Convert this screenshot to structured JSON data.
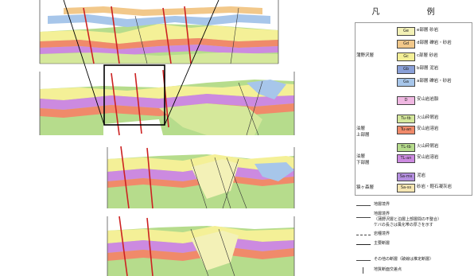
{
  "legend": {
    "title": "凡 例",
    "groups": [
      {
        "label": "蒲野沢層"
      },
      {
        "label": "泊層\n上部層"
      },
      {
        "label": "泊層\n下部層"
      },
      {
        "label": "猿ヶ森層"
      }
    ],
    "units": [
      {
        "code": "Ge",
        "desc": "e部層 砂岩",
        "color": "#f3f1b7"
      },
      {
        "code": "Gd",
        "desc": "d部層 礫岩・砂岩",
        "color": "#f2c88a"
      },
      {
        "code": "Gc",
        "desc": "c部層 砂岩",
        "color": "#f4f097"
      },
      {
        "code": "Gb",
        "desc": "b部層 泥岩",
        "color": "#8aa0d8"
      },
      {
        "code": "Ga",
        "desc": "a部層 礫岩・砂岩",
        "color": "#a7c6ea"
      },
      {
        "code": "D",
        "desc": "安山岩岩脈",
        "color": "#f0b8e2"
      },
      {
        "code": "Tu-tb",
        "desc": "火山砕屑岩",
        "color": "#d5e89b"
      },
      {
        "code": "Tu-an",
        "desc": "安山岩溶岩",
        "color": "#f08a6a"
      },
      {
        "code": "TL-tb",
        "desc": "火山砕屑岩",
        "color": "#b6dc8c"
      },
      {
        "code": "TL-an",
        "desc": "安山岩溶岩",
        "color": "#cc8ae0"
      },
      {
        "code": "Sa-ms",
        "desc": "泥岩",
        "color": "#b58fe0"
      },
      {
        "code": "Sa-ss",
        "desc": "砂岩・軽石凝灰岩",
        "color": "#f6e6b2"
      }
    ],
    "symbols": [
      {
        "label": "地層境界"
      },
      {
        "label": "地層境界\n（蒲野沢層と泊層上部層間の不整合）\nケバの長さは風化帯の厚さを示す"
      },
      {
        "label": "岩種境界"
      },
      {
        "label": "主要断層"
      },
      {
        "label": "その他の断層（破線は推定断層）"
      },
      {
        "label": "地質断面交差点"
      }
    ]
  }
}
